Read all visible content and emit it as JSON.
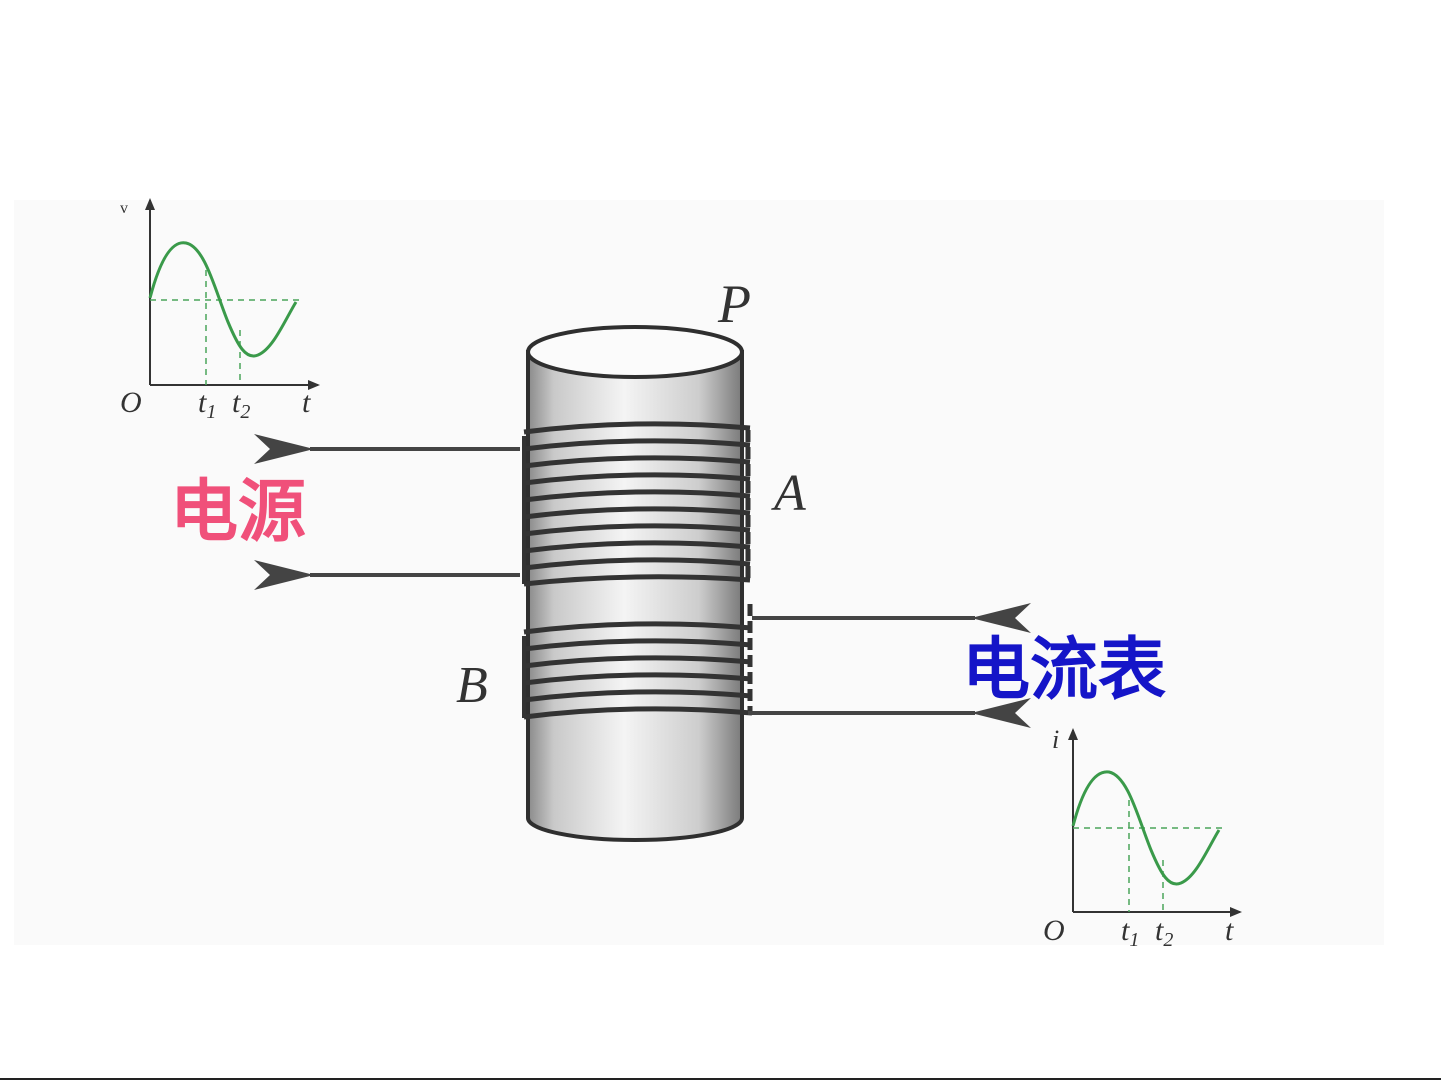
{
  "labels": {
    "core": "P",
    "coil_a": "A",
    "coil_b": "B",
    "power_source": "电源",
    "ammeter": "电流表"
  },
  "graph_left": {
    "y_label": "v",
    "origin": "O",
    "t1": "t",
    "t1_sub": "1",
    "t2": "t",
    "t2_sub": "2",
    "x_label": "t"
  },
  "graph_right": {
    "y_label": "i",
    "origin": "O",
    "t1": "t",
    "t1_sub": "1",
    "t2": "t",
    "t2_sub": "2",
    "x_label": "t"
  },
  "colors": {
    "power_source": "#f0507a",
    "ammeter": "#1515c8",
    "curve": "#3a9a4a",
    "panel_bg": "#fafafa"
  }
}
